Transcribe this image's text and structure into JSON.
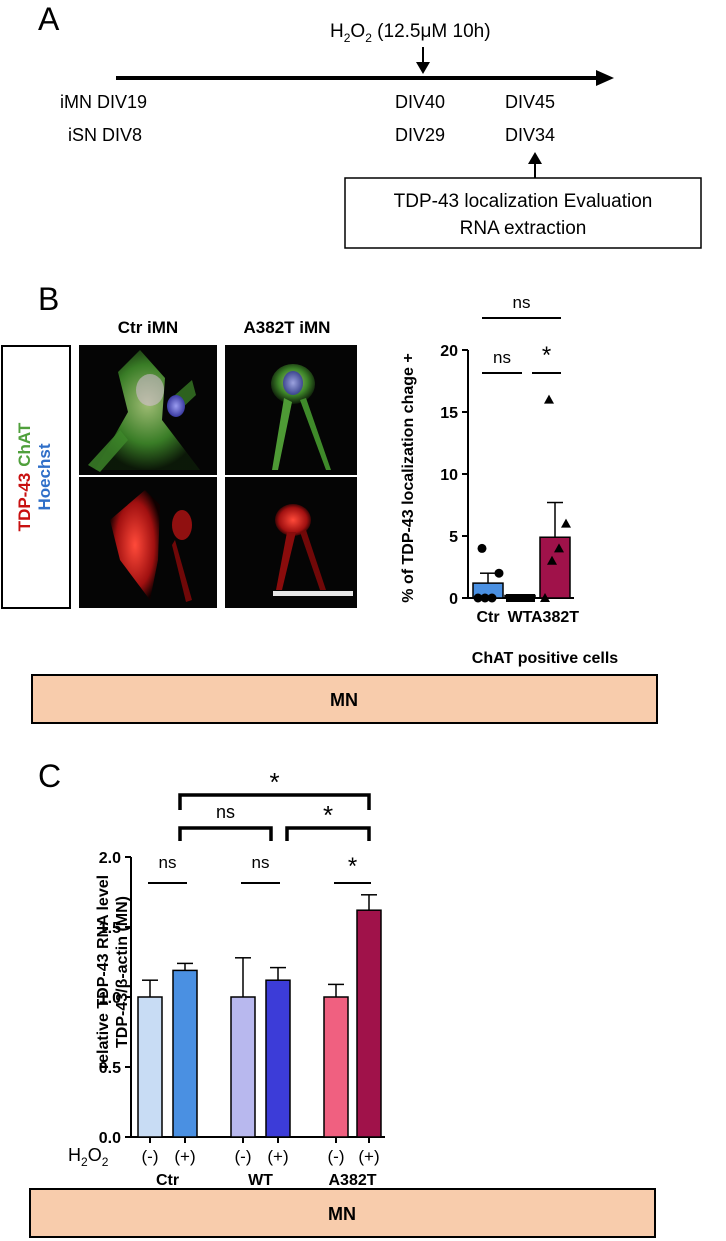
{
  "panelA": {
    "label": "A",
    "treatment_top": "H",
    "treatment_sub1": "2",
    "treatment_mid": "O",
    "treatment_sub2": "2",
    "treatment_tail": " (12.5μM 10h)",
    "row1": [
      "iMN DIV19",
      "DIV40",
      "DIV45"
    ],
    "row2": [
      "iSN DIV8",
      "DIV29",
      "DIV34"
    ],
    "box_line1": "TDP-43 localization Evaluation",
    "box_line2": "RNA extraction"
  },
  "panelB": {
    "label": "B",
    "col1_title": "Ctr iMN",
    "col2_title": "A382T iMN",
    "stain_tdp": "TDP-43",
    "stain_chat": "ChAT",
    "stain_hoechst": "Hoechst",
    "footer": "MN",
    "chart_data": {
      "type": "bar",
      "ylabel": "% of TDP-43 localization chage +",
      "xlabel": "ChAT positive cells",
      "categories": [
        "Ctr",
        "WT",
        "A382T"
      ],
      "values": [
        1.2,
        0.0,
        4.9
      ],
      "sem": [
        0.8,
        0.0,
        2.8
      ],
      "ylim": [
        0,
        20
      ],
      "yticks": [
        0,
        5,
        10,
        15,
        20
      ],
      "colors": [
        "#4a90e2",
        "#1a1a1a",
        "#a0124a"
      ],
      "points": [
        [
          0.0,
          0.0,
          0.0,
          2.0,
          4.0
        ],
        [
          0.0,
          0.0,
          0.0,
          0.0,
          0.0
        ],
        [
          0.0,
          3.0,
          4.0,
          6.0,
          16.0
        ]
      ],
      "significance": [
        {
          "from": "Ctr",
          "to": "WT",
          "label": "ns"
        },
        {
          "from": "WT",
          "to": "A382T",
          "label": "*"
        },
        {
          "from": "Ctr",
          "to": "A382T",
          "label": "ns"
        }
      ]
    }
  },
  "panelC": {
    "label": "C",
    "footer": "MN",
    "h2o2_label": "H",
    "h2o2_sub1": "2",
    "h2o2_mid": "O",
    "h2o2_sub2": "2",
    "chart_data": {
      "type": "bar",
      "ylabel_line1": "relative TDP-43 RNA level",
      "ylabel_line2": "TDP-43/β-actin (MN)",
      "condition_labels": [
        "(-)",
        "(+)",
        "(-)",
        "(+)",
        "(-)",
        "(+)"
      ],
      "groups": [
        "Ctr",
        "WT",
        "A382T"
      ],
      "values": [
        1.0,
        1.19,
        1.0,
        1.12,
        1.0,
        1.62
      ],
      "sem": [
        0.12,
        0.05,
        0.28,
        0.09,
        0.09,
        0.11
      ],
      "colors": [
        "#c8dcf4",
        "#4a90e2",
        "#b8b8ee",
        "#3c3cd8",
        "#f06080",
        "#a0124a"
      ],
      "ylim": [
        0,
        2.0
      ],
      "yticks": [
        "0.0",
        "0.5",
        "1.0",
        "1.5",
        "2.0"
      ],
      "significance_within": [
        "ns",
        "ns",
        "*"
      ],
      "significance_between": [
        {
          "from": "Ctr",
          "to": "A382T",
          "label": "*"
        },
        {
          "from": "Ctr",
          "to": "WT",
          "label": "ns"
        },
        {
          "from": "WT",
          "to": "A382T",
          "label": "*"
        }
      ]
    }
  }
}
